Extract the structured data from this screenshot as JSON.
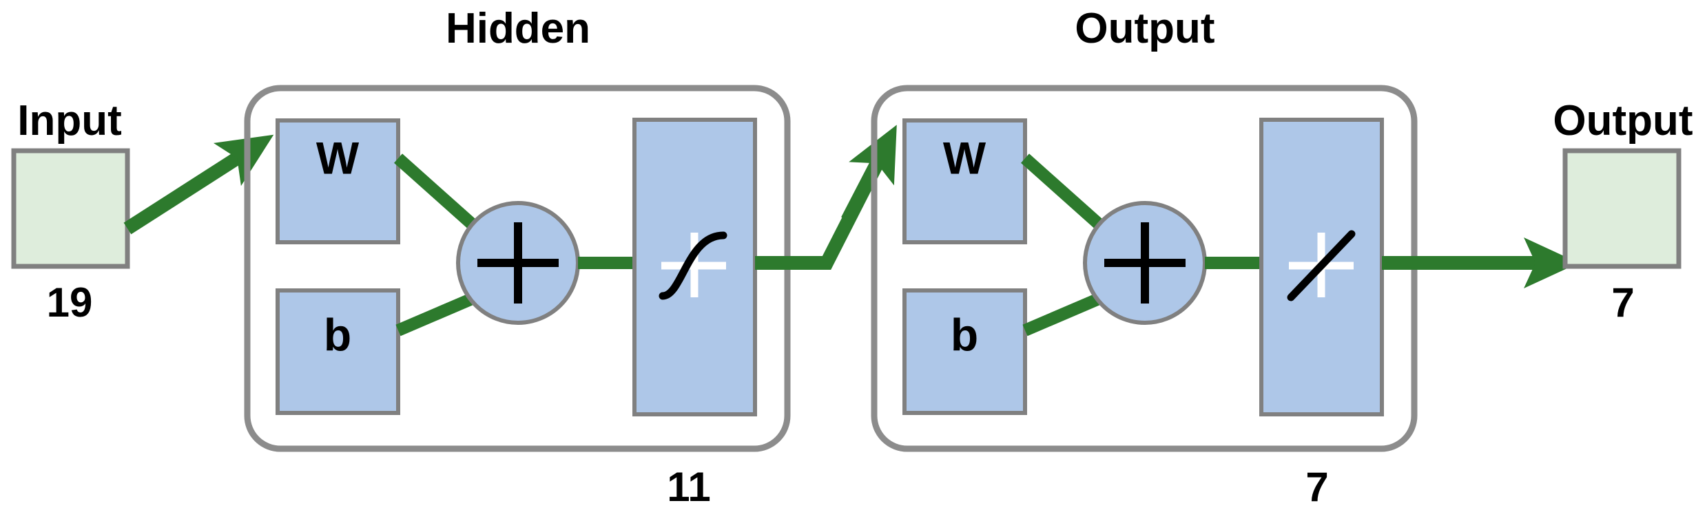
{
  "diagram": {
    "type": "neural-network-architecture",
    "background": "#ffffff",
    "colors": {
      "block_fill": "#aec7e8",
      "block_stroke": "#808080",
      "io_fill": "#deeddc",
      "io_stroke": "#808080",
      "arrow": "#2d7a2d",
      "panel_stroke": "#8c8c8c",
      "text": "#000000",
      "axis": "#ffffff"
    }
  },
  "input": {
    "label": "Input",
    "size": "19",
    "icon": "input-square"
  },
  "layers": [
    {
      "id": "hidden",
      "title": "Hidden",
      "size": "11",
      "weight_label": "W",
      "bias_label": "b",
      "sum_symbol": "+",
      "activation": "sigmoid",
      "activation_icon": "tansig-curve-icon"
    },
    {
      "id": "output",
      "title": "Output",
      "size": "7",
      "weight_label": "W",
      "bias_label": "b",
      "sum_symbol": "+",
      "activation": "linear",
      "activation_icon": "purelin-line-icon"
    }
  ],
  "output": {
    "label": "Output",
    "size": "7",
    "icon": "output-square"
  }
}
